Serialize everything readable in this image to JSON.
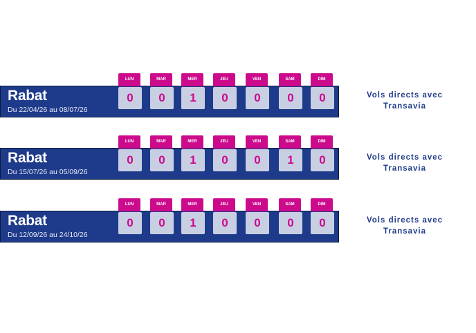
{
  "day_labels": [
    "LUN",
    "MAR",
    "MER",
    "JEU",
    "VEN",
    "SAM",
    "DIM"
  ],
  "rows": [
    {
      "city": "Rabat",
      "dates": "Du 22/04/26 au 08/07/26",
      "counts": [
        "0",
        "0",
        "1",
        "0",
        "0",
        "0",
        "0"
      ],
      "note_line1": "Vols directs avec",
      "note_line2": "Transavia"
    },
    {
      "city": "Rabat",
      "dates": "Du 15/07/26 au 05/09/26",
      "counts": [
        "0",
        "0",
        "1",
        "0",
        "0",
        "1",
        "0"
      ],
      "note_line1": "Vols directs avec",
      "note_line2": "Transavia"
    },
    {
      "city": "Rabat",
      "dates": "Du 12/09/26 au 24/10/26",
      "counts": [
        "0",
        "0",
        "1",
        "0",
        "0",
        "0",
        "0"
      ],
      "note_line1": "Vols directs avec",
      "note_line2": "Transavia"
    }
  ],
  "colors": {
    "band": "#1e3a8a",
    "tab": "#cc0a8c",
    "box": "#c9cfe3",
    "count": "#cc0a8c",
    "note": "#1e3a8a"
  }
}
